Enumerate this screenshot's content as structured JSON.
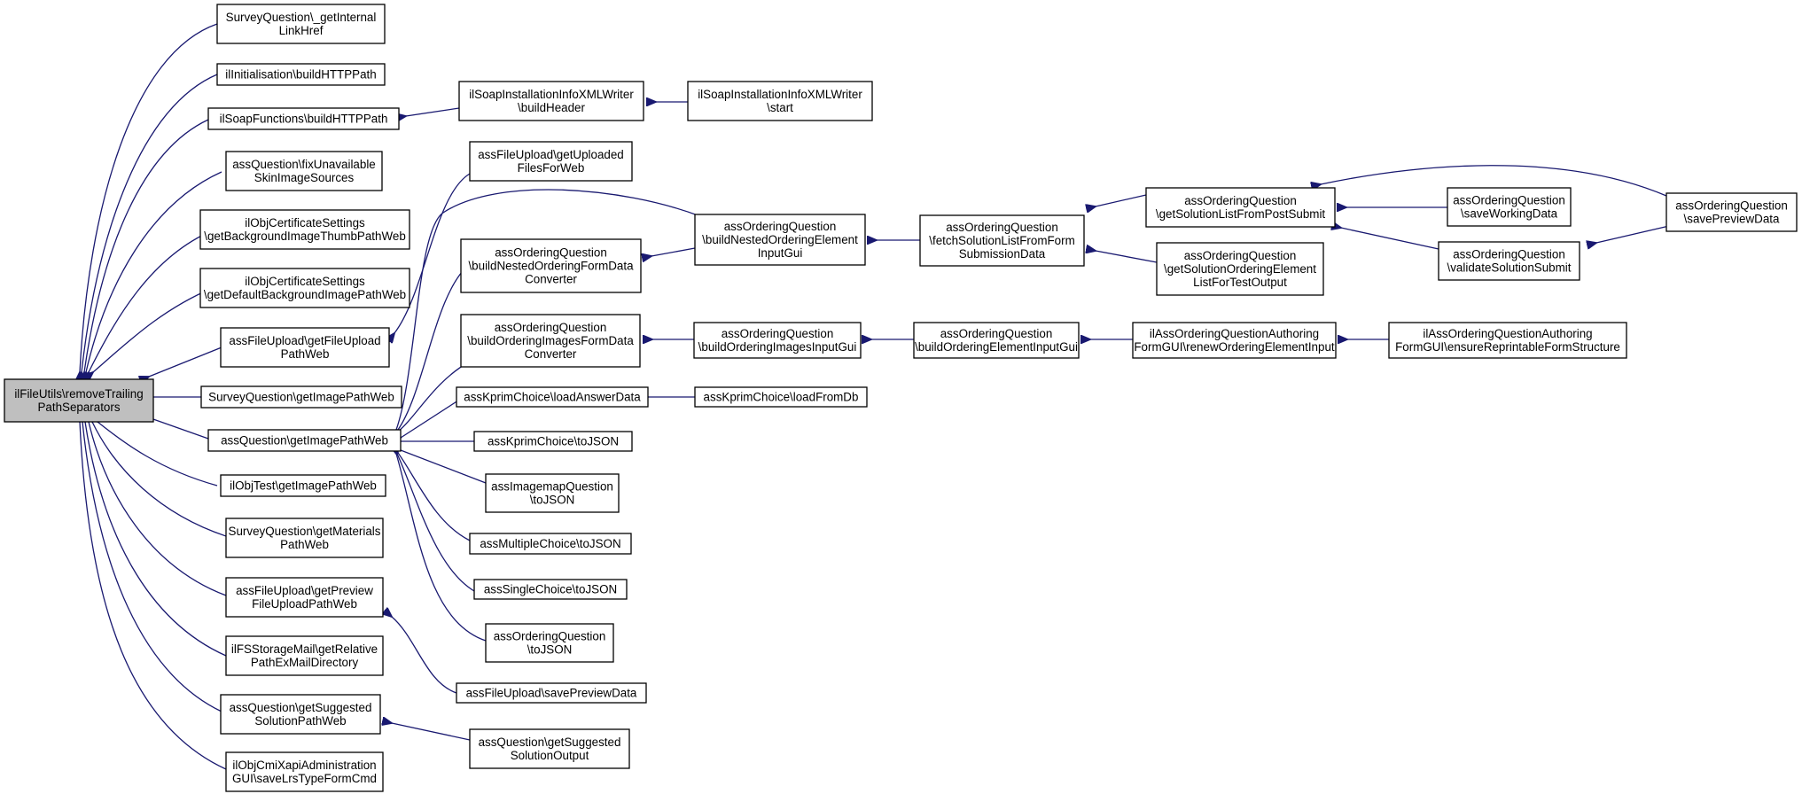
{
  "colors": {
    "edge": "#191970",
    "root_fill": "#bfbfbf",
    "node_fill": "#ffffff",
    "border": "#000000"
  },
  "nodes": [
    {
      "id": "root",
      "lines": [
        "ilFileUtils\\removeTrailing",
        "PathSeparators"
      ]
    },
    {
      "id": "n1",
      "lines": [
        "SurveyQuestion\\_getInternal",
        "LinkHref"
      ]
    },
    {
      "id": "n2",
      "lines": [
        "ilInitialisation\\buildHTTPPath"
      ]
    },
    {
      "id": "n3",
      "lines": [
        "ilSoapFunctions\\buildHTTPPath"
      ]
    },
    {
      "id": "n4",
      "lines": [
        "assQuestion\\fixUnavailable",
        "SkinImageSources"
      ]
    },
    {
      "id": "n5",
      "lines": [
        "ilObjCertificateSettings",
        "\\getBackgroundImageThumbPathWeb"
      ]
    },
    {
      "id": "n6",
      "lines": [
        "ilObjCertificateSettings",
        "\\getDefaultBackgroundImagePathWeb"
      ]
    },
    {
      "id": "n7",
      "lines": [
        "assFileUpload\\getFileUpload",
        "PathWeb"
      ]
    },
    {
      "id": "n8",
      "lines": [
        "SurveyQuestion\\getImagePathWeb"
      ]
    },
    {
      "id": "n9",
      "lines": [
        "assQuestion\\getImagePathWeb"
      ]
    },
    {
      "id": "n10",
      "lines": [
        "ilObjTest\\getImagePathWeb"
      ]
    },
    {
      "id": "n11",
      "lines": [
        "SurveyQuestion\\getMaterials",
        "PathWeb"
      ]
    },
    {
      "id": "n12",
      "lines": [
        "assFileUpload\\getPreview",
        "FileUploadPathWeb"
      ]
    },
    {
      "id": "n13",
      "lines": [
        "ilFSStorageMail\\getRelative",
        "PathExMailDirectory"
      ]
    },
    {
      "id": "n14",
      "lines": [
        "assQuestion\\getSuggested",
        "SolutionPathWeb"
      ]
    },
    {
      "id": "n15",
      "lines": [
        "ilObjCmiXapiAdministration",
        "GUI\\saveLrsTypeFormCmd"
      ]
    },
    {
      "id": "s1",
      "lines": [
        "ilSoapInstallationInfoXMLWriter",
        "\\buildHeader"
      ]
    },
    {
      "id": "s2",
      "lines": [
        "ilSoapInstallationInfoXMLWriter",
        "\\start"
      ]
    },
    {
      "id": "f1",
      "lines": [
        "assFileUpload\\getUploaded",
        "FilesForWeb"
      ]
    },
    {
      "id": "o1",
      "lines": [
        "assOrderingQuestion",
        "\\buildNestedOrderingFormData",
        "Converter"
      ]
    },
    {
      "id": "o2",
      "lines": [
        "assOrderingQuestion",
        "\\buildNestedOrderingElement",
        "InputGui"
      ]
    },
    {
      "id": "o3",
      "lines": [
        "assOrderingQuestion",
        "\\fetchSolutionListFromForm",
        "SubmissionData"
      ]
    },
    {
      "id": "o4",
      "lines": [
        "assOrderingQuestion",
        "\\getSolutionListFromPostSubmit"
      ]
    },
    {
      "id": "o5",
      "lines": [
        "assOrderingQuestion",
        "\\getSolutionOrderingElement",
        "ListForTestOutput"
      ]
    },
    {
      "id": "o6",
      "lines": [
        "assOrderingQuestion",
        "\\saveWorkingData"
      ]
    },
    {
      "id": "o7",
      "lines": [
        "assOrderingQuestion",
        "\\validateSolutionSubmit"
      ]
    },
    {
      "id": "o8",
      "lines": [
        "assOrderingQuestion",
        "\\savePreviewData"
      ]
    },
    {
      "id": "i1",
      "lines": [
        "assOrderingQuestion",
        "\\buildOrderingImagesFormData",
        "Converter"
      ]
    },
    {
      "id": "i2",
      "lines": [
        "assOrderingQuestion",
        "\\buildOrderingImagesInputGui"
      ]
    },
    {
      "id": "i3",
      "lines": [
        "assOrderingQuestion",
        "\\buildOrderingElementInputGui"
      ]
    },
    {
      "id": "i4",
      "lines": [
        "ilAssOrderingQuestionAuthoring",
        "FormGUI\\renewOrderingElementInput"
      ]
    },
    {
      "id": "i5",
      "lines": [
        "ilAssOrderingQuestionAuthoring",
        "FormGUI\\ensureReprintableFormStructure"
      ]
    },
    {
      "id": "k1",
      "lines": [
        "assKprimChoice\\loadAnswerData"
      ]
    },
    {
      "id": "k2",
      "lines": [
        "assKprimChoice\\loadFromDb"
      ]
    },
    {
      "id": "k3",
      "lines": [
        "assKprimChoice\\toJSON"
      ]
    },
    {
      "id": "m1",
      "lines": [
        "assImagemapQuestion",
        "\\toJSON"
      ]
    },
    {
      "id": "m2",
      "lines": [
        "assMultipleChoice\\toJSON"
      ]
    },
    {
      "id": "m3",
      "lines": [
        "assSingleChoice\\toJSON"
      ]
    },
    {
      "id": "m4",
      "lines": [
        "assOrderingQuestion",
        "\\toJSON"
      ]
    },
    {
      "id": "p1",
      "lines": [
        "assFileUpload\\savePreviewData"
      ]
    },
    {
      "id": "g1",
      "lines": [
        "assQuestion\\getSuggested",
        "SolutionOutput"
      ]
    }
  ]
}
